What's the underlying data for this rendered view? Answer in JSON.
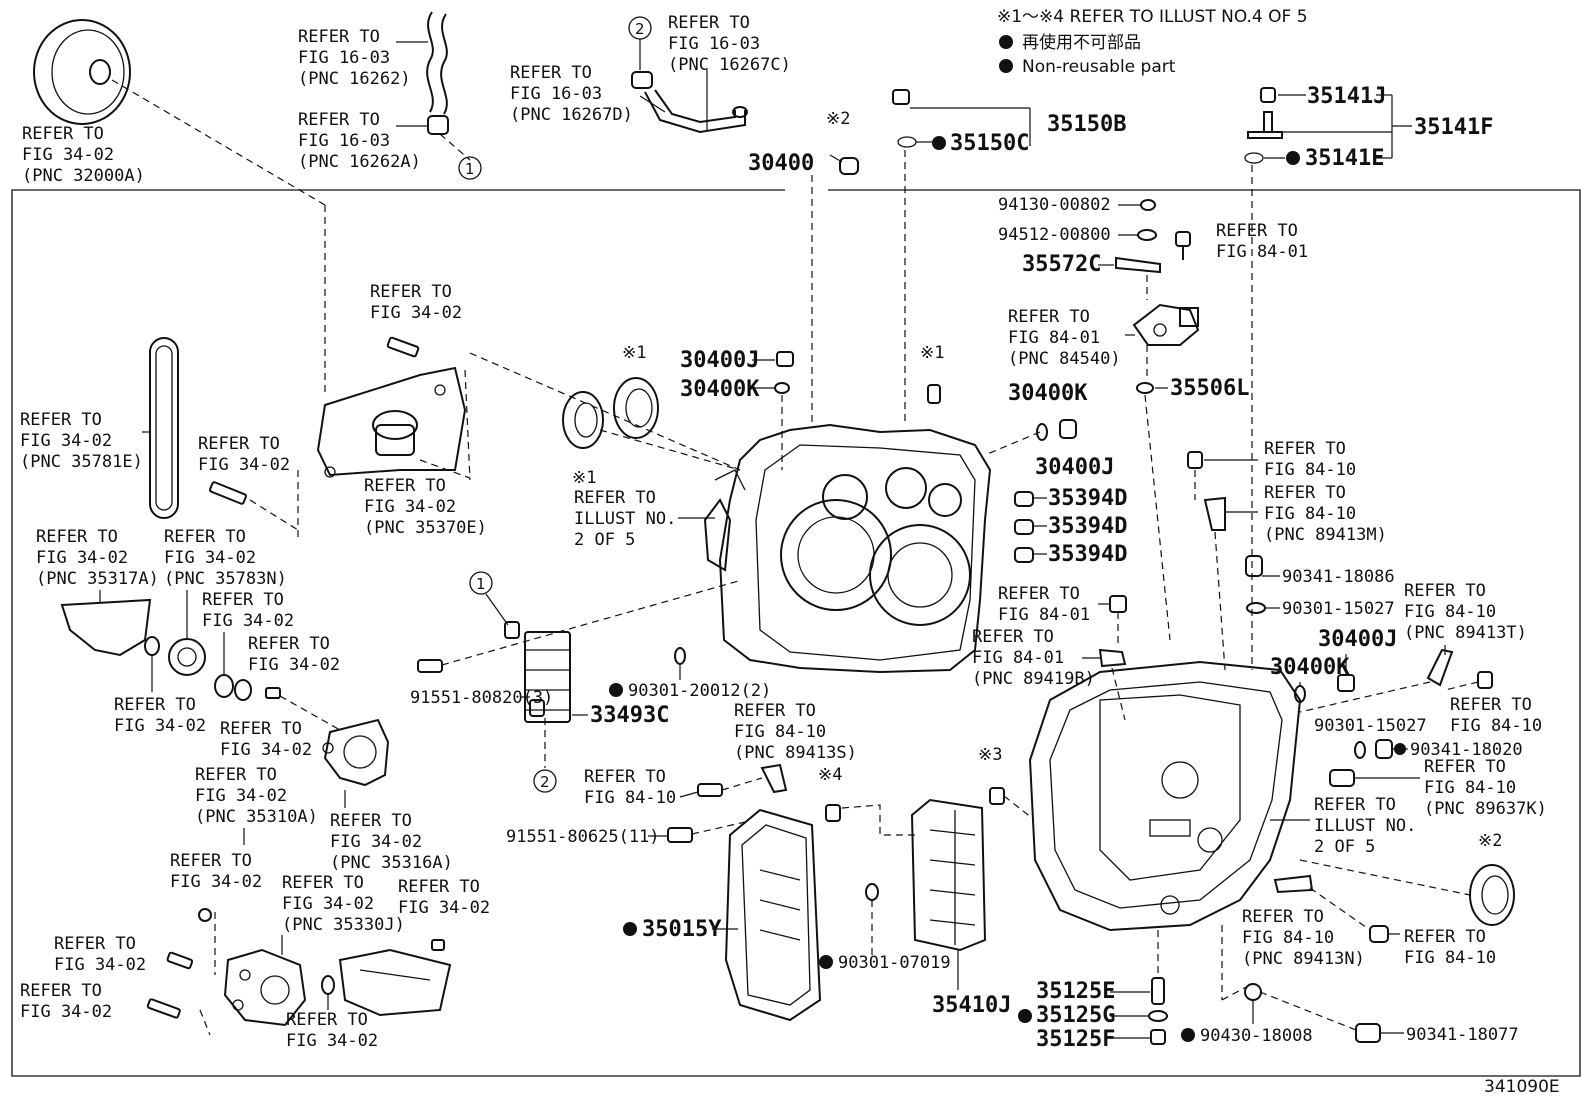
{
  "notes": {
    "ref_line": "※1～※4 REFER TO ILLUST NO.4 OF 5",
    "non_reuse_jp": "再使用不可部品",
    "non_reuse_en": "Non-reusable part"
  },
  "figure_id": "341090E",
  "labels": {
    "tc": [
      "REFER TO",
      "FIG 34-02",
      "(PNC 32000A)"
    ],
    "hose1": [
      "REFER TO",
      "FIG 16-03",
      "(PNC 16262)"
    ],
    "hose2": [
      "REFER TO",
      "FIG 16-03",
      "(PNC 16262A)"
    ],
    "hose3": [
      "REFER TO",
      "FIG 16-03",
      "(PNC 16267C)"
    ],
    "hose4": [
      "REFER TO",
      "FIG 16-03",
      "(PNC 16267D)"
    ],
    "chain": [
      "REFER TO",
      "FIG 34-02",
      "(PNC 35781E)"
    ],
    "bolt_a": [
      "REFER TO",
      "FIG 34-02"
    ],
    "bolt_b": [
      "REFER TO",
      "FIG 34-02"
    ],
    "pump": [
      "REFER TO",
      "FIG 34-02",
      "(PNC 35370E)"
    ],
    "cover_a": [
      "REFER TO",
      "FIG 34-02",
      "(PNC 35317A)"
    ],
    "gear": [
      "REFER TO",
      "FIG 34-02",
      "(PNC 35783N)"
    ],
    "ring_a": [
      "REFER TO",
      "FIG 34-02"
    ],
    "ring_b": [
      "REFER TO",
      "FIG 34-02"
    ],
    "washer": [
      "REFER TO",
      "FIG 34-02"
    ],
    "bearing": [
      "REFER TO",
      "FIG 34-02"
    ],
    "p35310": [
      "REFER TO",
      "FIG 34-02",
      "(PNC 35310A)"
    ],
    "p35316": [
      "REFER TO",
      "FIG 34-02",
      "(PNC 35316A)"
    ],
    "plug_a": [
      "REFER TO",
      "FIG 34-02"
    ],
    "p35330": [
      "REFER TO",
      "FIG 34-02",
      "(PNC 35330J)"
    ],
    "bolt_c": [
      "REFER TO",
      "FIG 34-02"
    ],
    "bolt_d": [
      "REFER TO",
      "FIG 34-02"
    ],
    "bolt_e": [
      "REFER TO",
      "FIG 34-02"
    ],
    "ring_c": [
      "REFER TO",
      "FIG 34-02"
    ],
    "seal_illus": [
      "REFER TO",
      "ILLUST NO.",
      "2 OF 5"
    ],
    "sensor_a": [
      "REFER TO",
      "FIG 84-10",
      "(PNC 89413S)"
    ],
    "bolt_f": [
      "REFER TO",
      "FIG 84-10"
    ],
    "bolt_g": [
      "REFER TO",
      "FIG 84-01"
    ],
    "switch": [
      "REFER TO",
      "FIG 84-01",
      "(PNC 84540)"
    ],
    "bolt_h": [
      "REFER TO",
      "FIG 84-10"
    ],
    "sensor_b": [
      "REFER TO",
      "FIG 84-10",
      "(PNC 89413M)"
    ],
    "bolt_i": [
      "REFER TO",
      "FIG 84-01"
    ],
    "sensor_c": [
      "REFER TO",
      "FIG 84-01",
      "(PNC 89419B)"
    ],
    "sensor_d": [
      "REFER TO",
      "FIG 84-10",
      "(PNC 89413T)"
    ],
    "bolt_j": [
      "REFER TO",
      "FIG 84-10"
    ],
    "sensor_e": [
      "REFER TO",
      "FIG 84-10",
      "(PNC 89637K)"
    ],
    "illus2": [
      "REFER TO",
      "ILLUST NO.",
      "2 OF 5"
    ],
    "sensor_f": [
      "REFER TO",
      "FIG 84-10",
      "(PNC 89413N)"
    ],
    "bolt_k": [
      "REFER TO",
      "FIG 84-10"
    ]
  },
  "parts": {
    "p35150B": "35150B",
    "p35150C": "35150C",
    "p35141J": "35141J",
    "p35141F": "35141F",
    "p35141E": "35141E",
    "p30400": "30400",
    "p94130": "94130-00802",
    "p94512": "94512-00800",
    "p35572C": "35572C",
    "p30400J_a": "30400J",
    "p30400K_a": "30400K",
    "p30400K_b": "30400K",
    "p30400J_b": "30400J",
    "p35506L": "35506L",
    "p35394D_1": "35394D",
    "p35394D_2": "35394D",
    "p35394D_3": "35394D",
    "p90341_18086": "90341-18086",
    "p90301_15027a": "90301-15027",
    "p30400J_c": "30400J",
    "p30400K_c": "30400K",
    "p91551_80820": "91551-80820(3)",
    "p90301_20012": "90301-20012(2)",
    "p33493C": "33493C",
    "p90301_15027b": "90301-15027",
    "p90341_18020": "90341-18020",
    "p91551_80625": "91551-80625(11)",
    "p35015Y": "35015Y",
    "p90301_07019": "90301-07019",
    "p35410J": "35410J",
    "p35125E": "35125E",
    "p35125G": "35125G",
    "p35125F": "35125F",
    "p90430_18008": "90430-18008",
    "p90341_18077": "90341-18077"
  },
  "marks": {
    "m1a": "※1",
    "m1b": "※1",
    "m1c": "※1",
    "m2a": "※2",
    "m2b": "※2",
    "m3": "※3",
    "m4": "※4",
    "c1a": "1",
    "c1b": "1",
    "c2a": "2",
    "c2b": "2"
  }
}
